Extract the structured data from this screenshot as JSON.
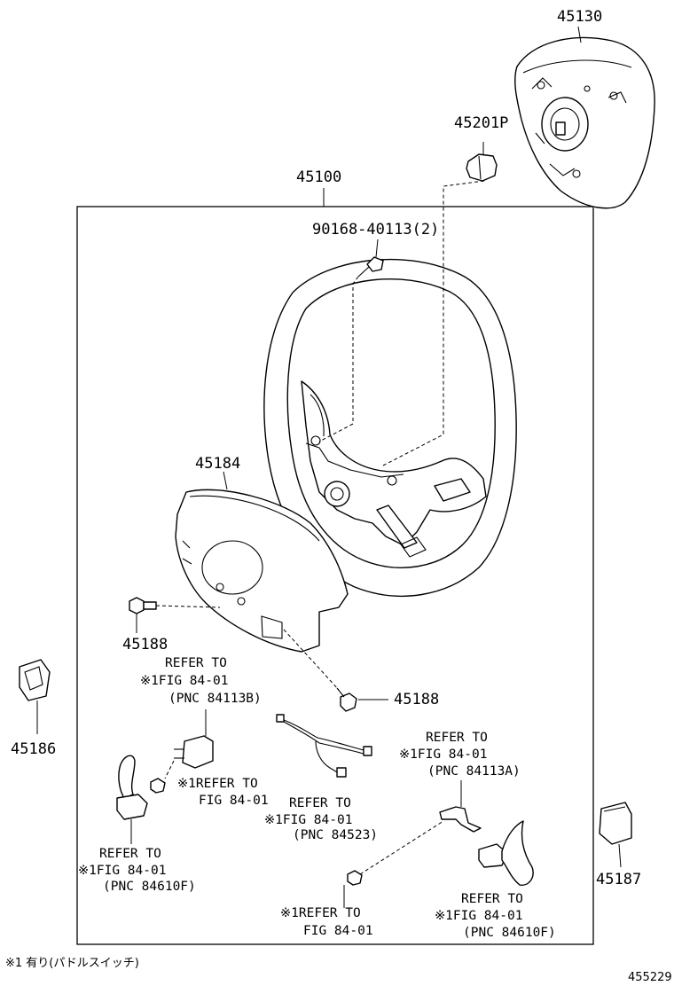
{
  "parts": {
    "p45130": "45130",
    "p45201P": "45201P",
    "p45100": "45100",
    "bolt": "90168-40113(2)",
    "p45184": "45184",
    "p45188a": "45188",
    "p45188b": "45188",
    "p45186": "45186",
    "p45187": "45187"
  },
  "refs": {
    "a": {
      "l1": "REFER TO",
      "l2": "※1FIG 84-01",
      "l3": "(PNC 84113B)"
    },
    "b": {
      "l1": "REFER TO",
      "l2": "※1FIG 84-01",
      "l3": "(PNC 84113A)"
    },
    "c": {
      "l1": "※1REFER TO",
      "l2": "FIG 84-01"
    },
    "d": {
      "l1": "REFER TO",
      "l2": "※1FIG 84-01",
      "l3": "(PNC 84523)"
    },
    "e": {
      "l1": "REFER TO",
      "l2": "※1FIG 84-01",
      "l3": "(PNC 84610F)"
    },
    "f": {
      "l1": "※1REFER TO",
      "l2": "FIG 84-01"
    },
    "g": {
      "l1": "REFER TO",
      "l2": "※1FIG 84-01",
      "l3": "(PNC 84610F)"
    }
  },
  "footnote": "※1 有り(パドルスイッチ)",
  "diagram_id": "455229"
}
